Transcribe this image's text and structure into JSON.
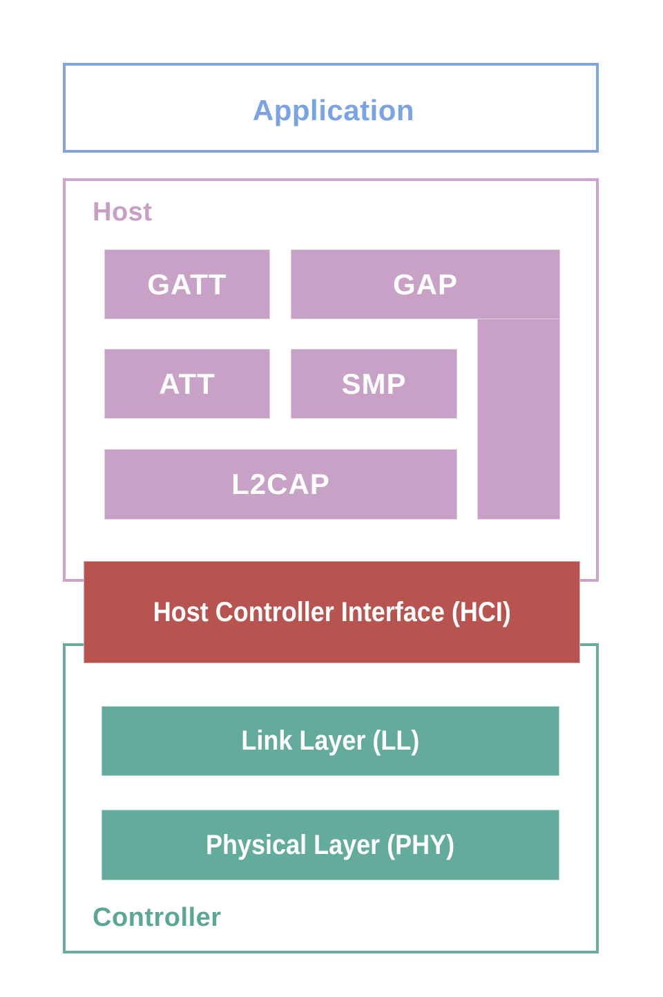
{
  "diagram": {
    "title_context": "Bluetooth LE protocol stack",
    "application": {
      "label": "Application"
    },
    "host": {
      "label": "Host",
      "blocks": {
        "gatt": "GATT",
        "gap": "GAP",
        "att": "ATT",
        "smp": "SMP",
        "l2cap": "L2CAP"
      }
    },
    "hci": {
      "label": "Host Controller Interface (HCI)"
    },
    "controller": {
      "label": "Controller",
      "blocks": {
        "link_layer": "Link Layer (LL)",
        "physical_layer": "Physical Layer (PHY)"
      }
    },
    "colors": {
      "application_accent": "#7aa3e3",
      "host_border": "#cda3cb",
      "host_block_fill": "#c8a2c6",
      "host_label_text": "#c79fc5",
      "hci_fill": "#b85450",
      "controller_border": "#6cab9f",
      "controller_block_fill": "#62ab9d",
      "controller_label_text": "#5aa795",
      "block_text": "#ffffff",
      "background": "#ffffff"
    }
  }
}
